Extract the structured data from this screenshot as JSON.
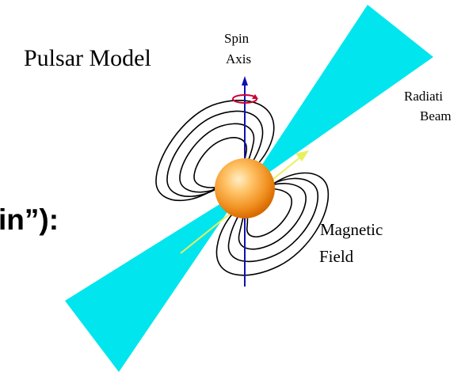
{
  "diagram": {
    "title": "Pulsar Model",
    "spin_axis_label_line1": "Spin",
    "spin_axis_label_line2": "Axis",
    "radiation_beam_label_line1": "Radiati",
    "radiation_beam_label_line2": "Beam",
    "magnetic_field_label_line1": "Magnetic",
    "magnetic_field_label_line2": "Field",
    "cropped_slide_text": "in”):"
  },
  "colors": {
    "beam": "#00e5ee",
    "spin_axis": "#1010b0",
    "rotation_ring": "#cc0033",
    "magnetic_axis_arrow": "#e8f060",
    "star_light": "#ffe6b0",
    "star_dark": "#e07000",
    "field_lines": "#000000"
  }
}
